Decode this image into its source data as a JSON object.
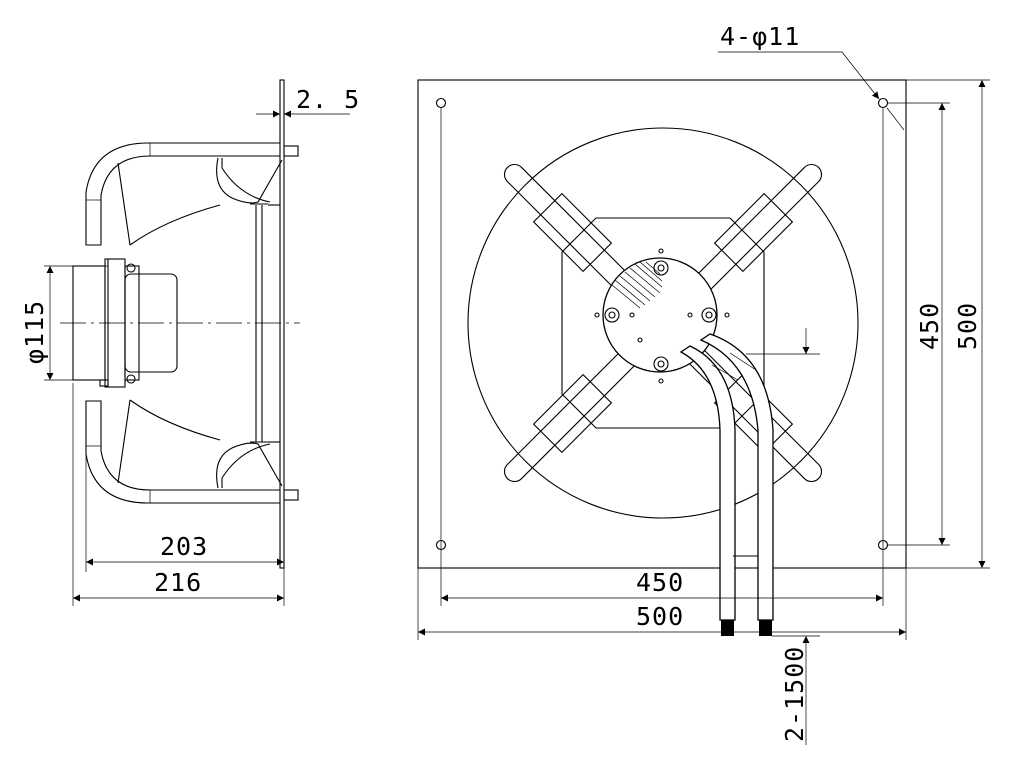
{
  "dimensions": {
    "flange_thickness": "2. 5",
    "hub_diameter": "φ115",
    "depth_inner": "203",
    "depth_total": "216",
    "hole_spec": "4-φ11",
    "hole_spacing_vertical": "450",
    "plate_height": "500",
    "hole_spacing_horizontal": "450",
    "plate_width": "500",
    "cable_spec": "2-1500"
  }
}
